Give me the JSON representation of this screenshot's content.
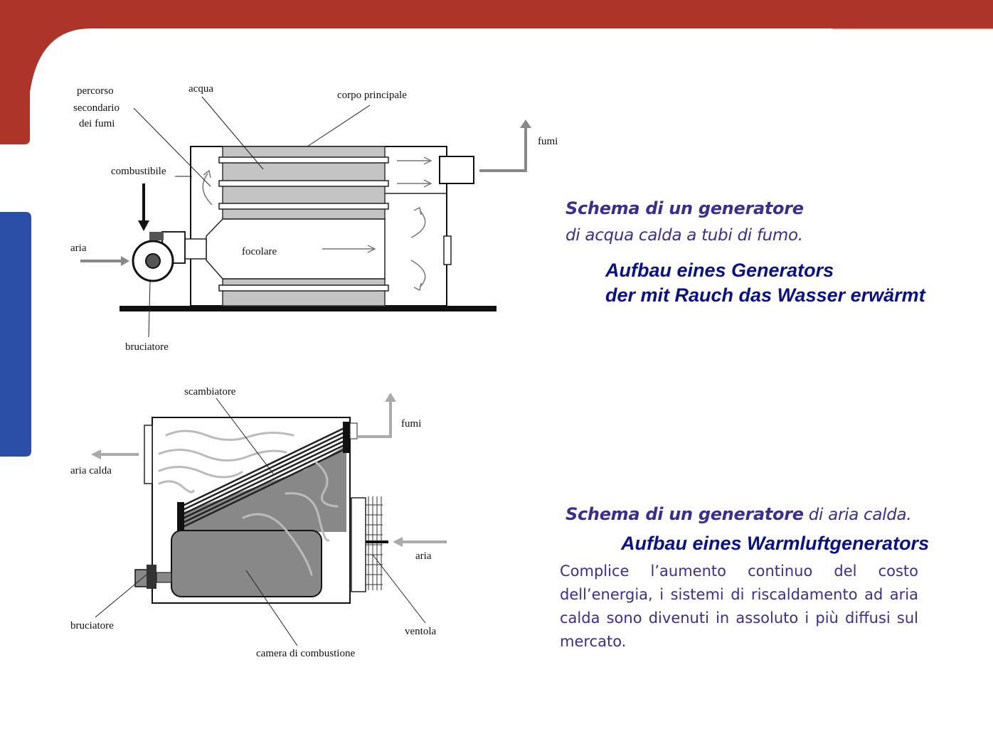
{
  "colors": {
    "band_red": "#ad3428",
    "side_blue": "#2b4ea6",
    "title_purple": "#3b2e92",
    "german_navy": "#08108a"
  },
  "diagram1": {
    "labels": {
      "percorso_line1": "percorso",
      "percorso_line2": "secondario",
      "percorso_line3": "dei fumi",
      "acqua": "acqua",
      "corpo_principale": "corpo principale",
      "fumi": "fumi",
      "combustibile": "combustibile",
      "aria": "aria",
      "focolare": "focolare",
      "bruciatore": "bruciatore"
    }
  },
  "diagram2": {
    "labels": {
      "scambiatore": "scambiatore",
      "fumi": "fumi",
      "aria_calda": "aria calda",
      "aria": "aria",
      "bruciatore": "bruciatore",
      "ventola": "ventola",
      "camera_di_combustione": "camera di combustione"
    }
  },
  "caption1": {
    "title": "Schema di un generatore",
    "subtitle": "di acqua calda a tubi di fumo.",
    "german_line1": "Aufbau eines Generators",
    "german_line2": "der mit Rauch das Wasser erwärmt"
  },
  "caption2": {
    "title": "Schema di un generatore",
    "title_rest": " di aria calda.",
    "german": "Aufbau eines Warmluftgenerators",
    "paragraph": "Complice l’aumento continuo del costo dell’energia, i sistemi di riscaldamento ad aria calda sono divenuti in assoluto i più diffusi sul mercato."
  }
}
